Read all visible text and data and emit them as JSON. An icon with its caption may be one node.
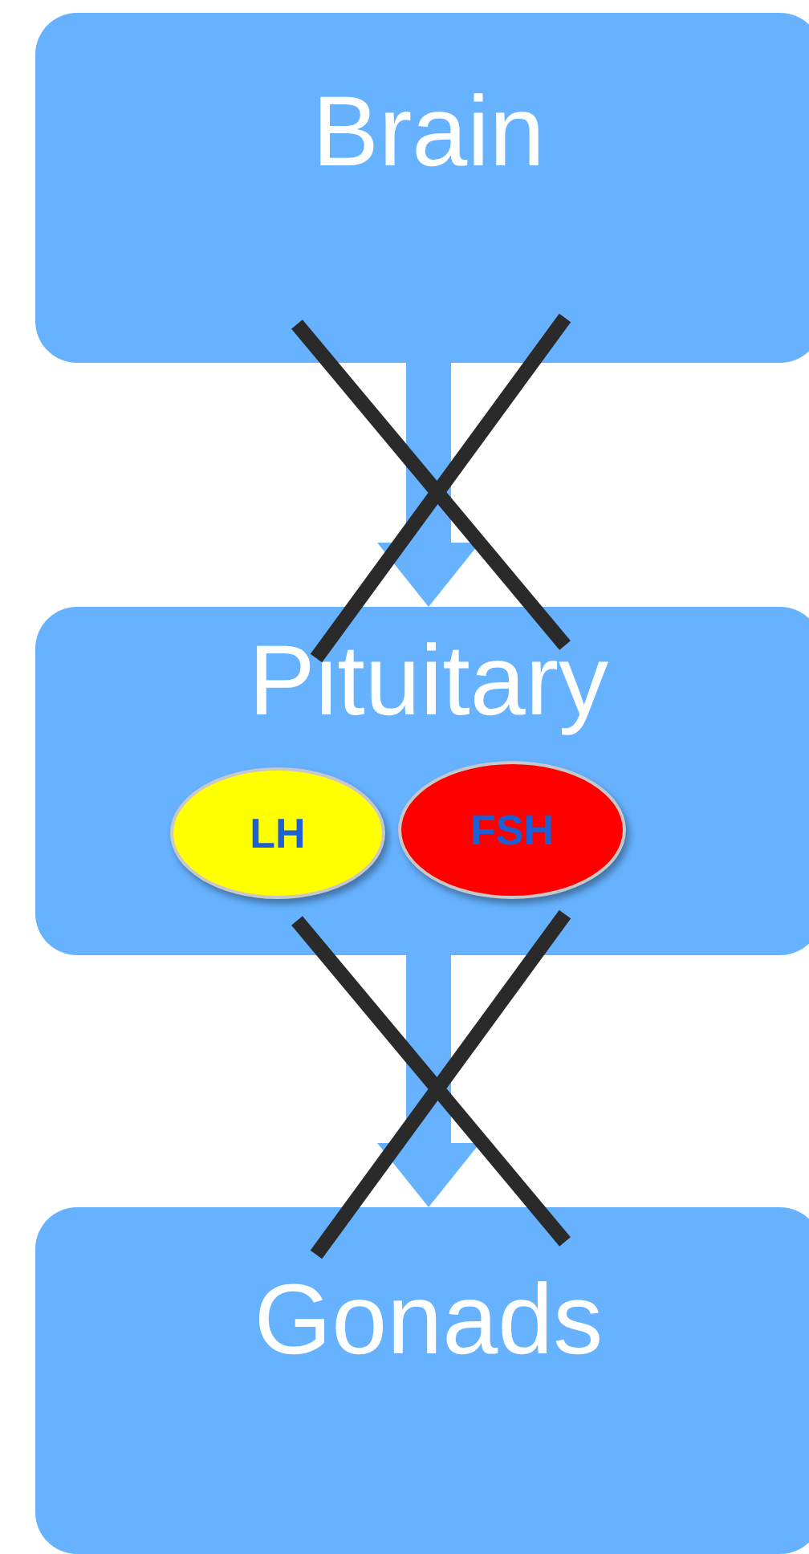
{
  "diagram": {
    "nodes": [
      {
        "text": [
          "Brain"
        ]
      },
      {
        "text": [
          "Pituitary"
        ]
      },
      {
        "text": [
          "LH"
        ],
        "in": 1
      },
      {
        "text": [
          "FSH"
        ],
        "in": 1
      },
      {
        "text": [
          "Gonads"
        ]
      }
    ],
    "edges": [
      {
        "from": 0,
        "to": 1,
        "arrow": "to"
      },
      {
        "from": 1,
        "to": 4,
        "arrow": "to"
      }
    ]
  }
}
